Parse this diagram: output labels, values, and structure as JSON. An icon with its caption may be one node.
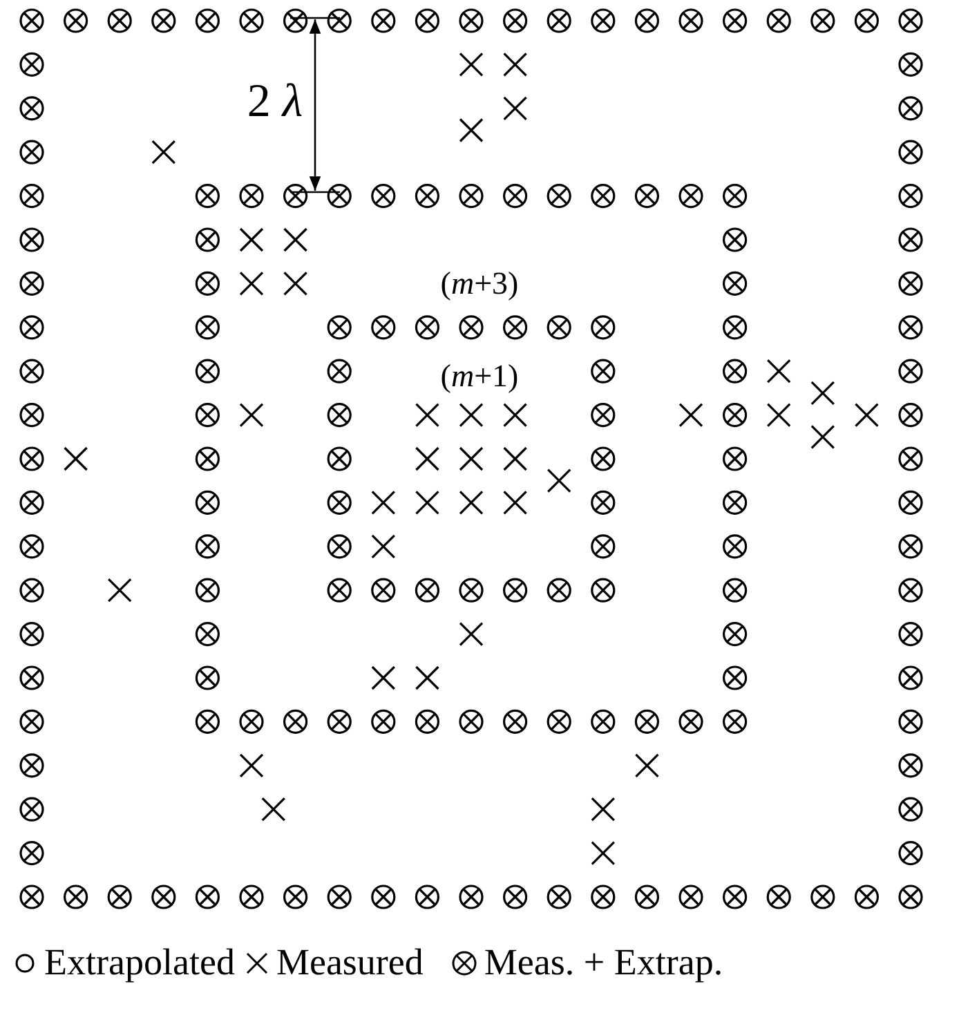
{
  "diagram": {
    "labels": [
      "2 *λ*",
      "(*m*+3)",
      "(*m*+1)"
    ],
    "legend": [
      {
        "text": "Extrapolated"
      },
      {
        "text": "Measured"
      },
      {
        "text": "Meas. + Extrap."
      }
    ]
  }
}
